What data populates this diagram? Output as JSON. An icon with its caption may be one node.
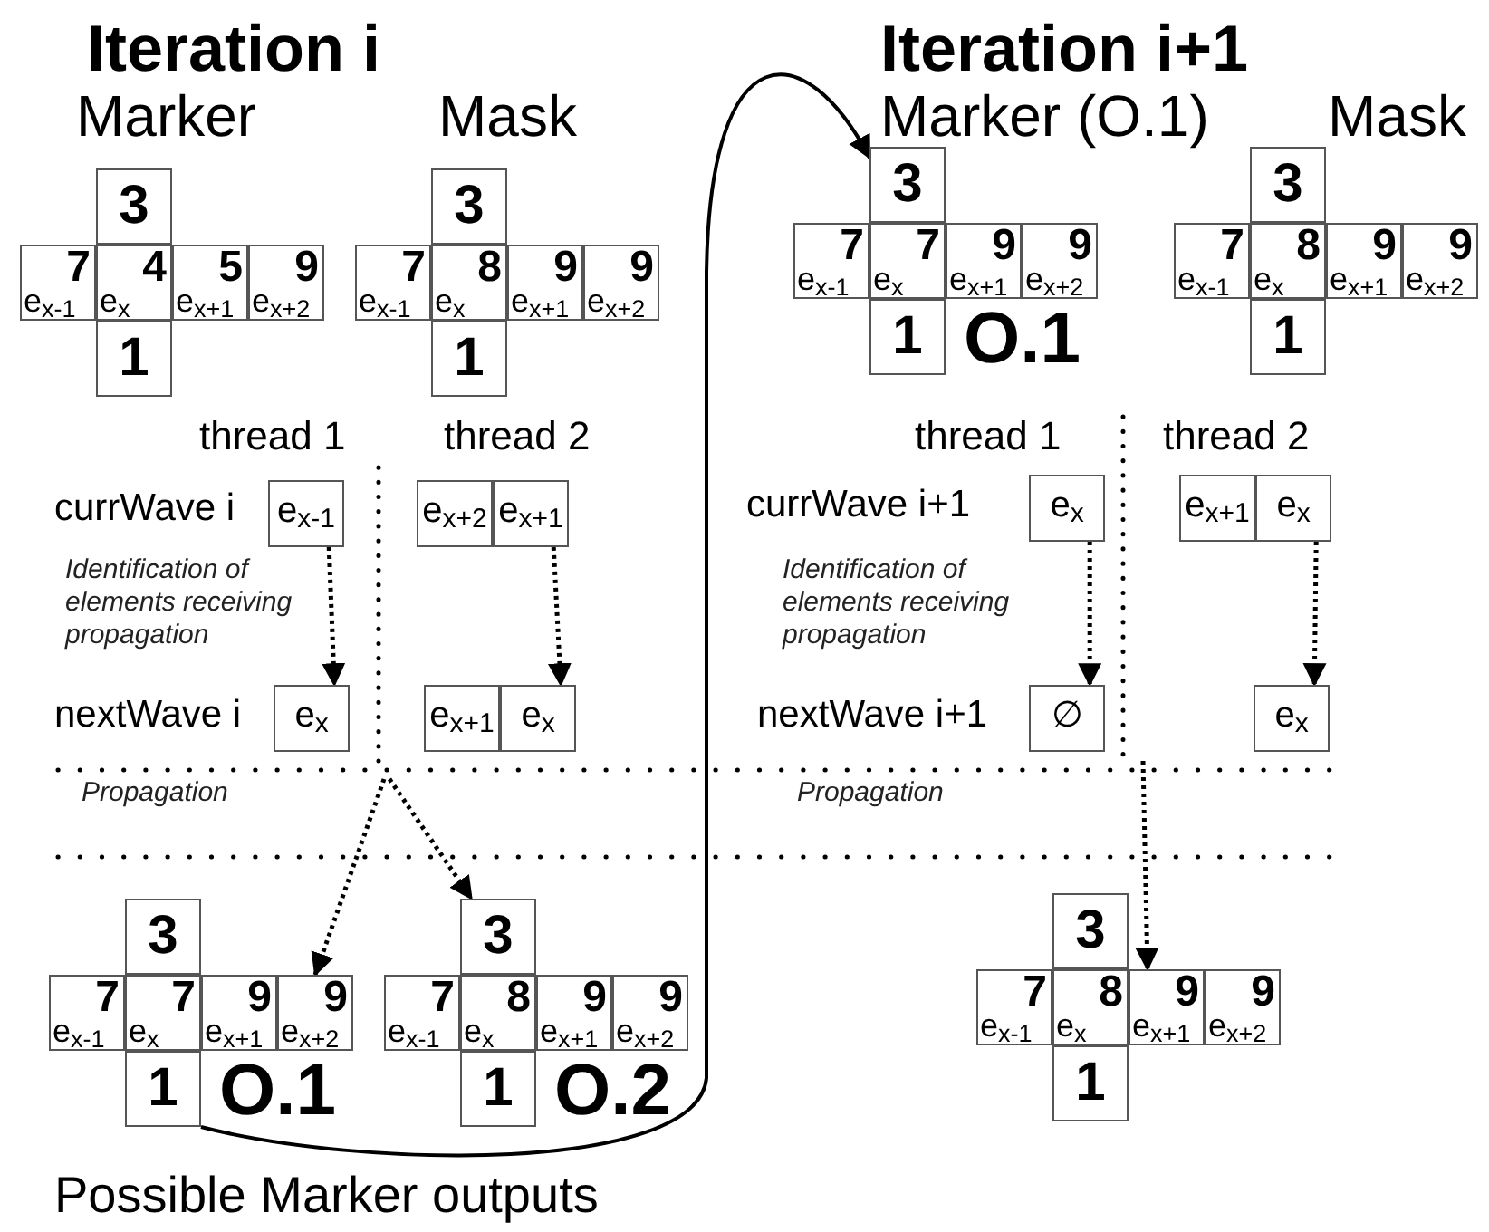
{
  "diagram": {
    "nodes": [
      {
        "text": [
          "3"
        ]
      },
      {
        "text": [
          "7",
          "e$_{x-1}$"
        ]
      },
      {
        "text": [
          "4",
          "e$_{x}$"
        ]
      },
      {
        "text": [
          "5",
          "e$_{x+1}$"
        ]
      },
      {
        "text": [
          "9",
          "e$_{x+2}$"
        ]
      },
      {
        "text": [
          "1"
        ]
      },
      {
        "text": [
          "3"
        ]
      },
      {
        "text": [
          "7",
          "e$_{x-1}$"
        ]
      },
      {
        "text": [
          "8",
          "e$_{x}$"
        ]
      },
      {
        "text": [
          "9",
          "e$_{x+1}$"
        ]
      },
      {
        "text": [
          "9",
          "e$_{x+2}$"
        ]
      },
      {
        "text": [
          "1"
        ]
      },
      {
        "text": [
          "3"
        ]
      },
      {
        "text": [
          "7",
          "e$_{x-1}$"
        ]
      },
      {
        "text": [
          "7",
          "e$_{x}$"
        ]
      },
      {
        "text": [
          "9",
          "e$_{x+1}$"
        ]
      },
      {
        "text": [
          "9",
          "e$_{x+2}$"
        ]
      },
      {
        "text": [
          "1"
        ],
        "beside": [
          "O.1"
        ]
      },
      {
        "text": [
          "3"
        ]
      },
      {
        "text": [
          "7",
          "e$_{x-1}$"
        ]
      },
      {
        "text": [
          "8",
          "e$_{x}$"
        ]
      },
      {
        "text": [
          "9",
          "e$_{x+1}$"
        ]
      },
      {
        "text": [
          "9",
          "e$_{x+2}$"
        ]
      },
      {
        "text": [
          "1"
        ]
      },
      {
        "text": [
          "e$_{x-1}$"
        ]
      },
      {
        "text": [
          "e$_{x+2}$"
        ]
      },
      {
        "text": [
          "e$_{x+1}$"
        ]
      },
      {
        "text": [
          "e$_{x}$"
        ]
      },
      {
        "text": [
          "e$_{x+1}$"
        ]
      },
      {
        "text": [
          "e$_{x}$"
        ]
      },
      {
        "text": [
          "e$_{x}$"
        ]
      },
      {
        "text": [
          "e$_{x+1}$"
        ]
      },
      {
        "text": [
          "e$_{x}$"
        ]
      },
      {
        "text": [
          "∅"
        ]
      },
      {
        "text": [
          "e$_{x}$"
        ]
      },
      {
        "text": [
          "3"
        ]
      },
      {
        "text": [
          "7",
          "e$_{x-1}$"
        ]
      },
      {
        "text": [
          "7",
          "e$_{x}$"
        ]
      },
      {
        "text": [
          "9",
          "e$_{x+1}$"
        ]
      },
      {
        "text": [
          "9",
          "e$_{x+2}$"
        ]
      },
      {
        "text": [
          "1"
        ],
        "beside": [
          "O.1"
        ]
      },
      {
        "text": [
          "3"
        ]
      },
      {
        "text": [
          "7",
          "e$_{x-1}$"
        ]
      },
      {
        "text": [
          "8",
          "e$_{x}$"
        ]
      },
      {
        "text": [
          "9",
          "e$_{x+1}$"
        ]
      },
      {
        "text": [
          "9",
          "e$_{x+2}$"
        ]
      },
      {
        "text": [
          "1"
        ],
        "beside": [
          "O.2"
        ]
      },
      {
        "text": [
          "3"
        ]
      },
      {
        "text": [
          "7",
          "e$_{x-1}$"
        ]
      },
      {
        "text": [
          "8",
          "e$_{x}$"
        ]
      },
      {
        "text": [
          "9",
          "e$_{x+1}$"
        ]
      },
      {
        "text": [
          "9",
          "e$_{x+2}$"
        ]
      },
      {
        "text": [
          "1"
        ]
      }
    ],
    "edges": [
      {
        "from": 24,
        "to": 27,
        "arrow": "to",
        "style": "dashed"
      },
      {
        "from": 26,
        "to": 29,
        "arrow": "to",
        "style": "dashed"
      },
      {
        "from": 30,
        "to": 33,
        "arrow": "to",
        "style": "dashed"
      },
      {
        "from": 32,
        "to": 34,
        "arrow": "to",
        "style": "dashed"
      },
      {
        "from": null,
        "to": 39,
        "arrow": "to",
        "style": "dashed"
      },
      {
        "from": null,
        "to": 41,
        "arrow": "to",
        "style": "dashed"
      },
      {
        "from": null,
        "to": 50,
        "arrow": "to",
        "style": "dashed"
      },
      {
        "from": 40,
        "to": 12,
        "arrow": "to"
      }
    ],
    "labels": [
      "Iteration i",
      "Marker",
      "Mask",
      "Iteration i+1",
      "Marker (O.1)",
      "Mask",
      "thread 1",
      "thread 2",
      "currWave i",
      "Identification of elements receiving propagation",
      "nextWave i",
      "Propagation",
      "thread 1",
      "thread 2",
      "currWave i+1",
      "Identification of elements receiving propagation",
      "nextWave i+1",
      "Propagation",
      "Possible Marker outputs"
    ]
  }
}
